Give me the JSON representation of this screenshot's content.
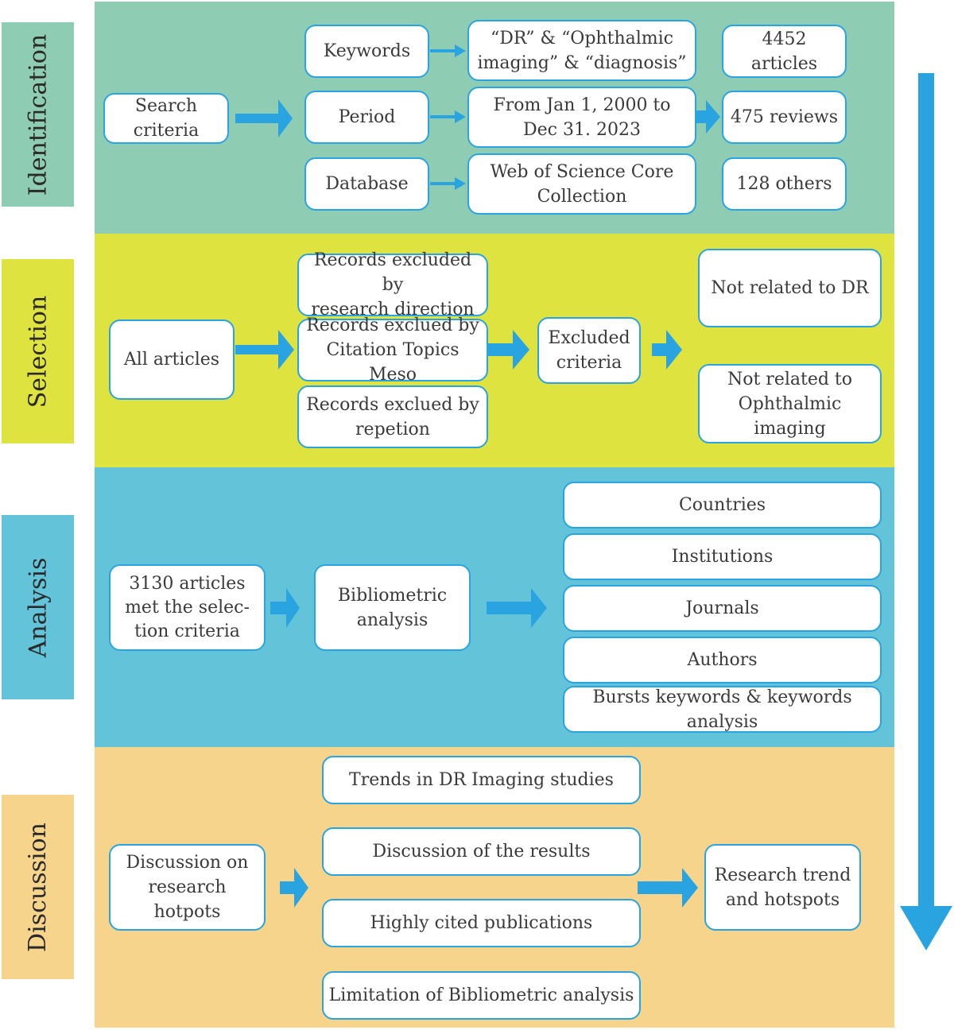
{
  "colors": {
    "identification": "#8ecdb3",
    "selection": "#dfe33f",
    "analysis": "#63c3d8",
    "discussion": "#f6d48c",
    "arrow": "#2aa4e0",
    "box_border": "#2aa4e0"
  },
  "stages": {
    "identification": "Identification",
    "selection": "Selection",
    "analysis": "Analysis",
    "discussion": "Discussion"
  },
  "identification": {
    "search_criteria": "Search criteria",
    "keywords": "Keywords",
    "period": "Period",
    "database": "Database",
    "keywords_value_line1": "“DR” & “Ophthalmic",
    "keywords_value_line2": "imaging” & “diagnosis”",
    "period_value_line1": "From Jan 1, 2000 to",
    "period_value_line2": "Dec 31. 2023",
    "database_value_line1": "Web of Science Core",
    "database_value_line2": "Collection",
    "result_articles": "4452 articles",
    "result_reviews": "475 reviews",
    "result_others": "128 others"
  },
  "selection": {
    "all_articles": "All articles",
    "excluded_direction_line1": "Records excluded by",
    "excluded_direction_line2": "research direction",
    "excluded_topics_line1": "Records exclued by",
    "excluded_topics_line2": "Citation Topics Meso",
    "excluded_repetition_line1": "Records exclued by",
    "excluded_repetition_line2": "repetion",
    "excluded_criteria_line1": "Excluded",
    "excluded_criteria_line2": "criteria",
    "not_related_dr": "Not related to DR",
    "not_related_imaging_line1": "Not related to",
    "not_related_imaging_line2": "Ophthalmic imaging"
  },
  "analysis": {
    "met_criteria_line1": "3130 articles",
    "met_criteria_line2": "met the selec-",
    "met_criteria_line3": "tion criteria",
    "bibliometric_line1": "Bibliometric",
    "bibliometric_line2": "analysis",
    "countries": "Countries",
    "institutions": "Institutions",
    "journals": "Journals",
    "authors": "Authors",
    "bursts": "Bursts keywords & keywords analysis"
  },
  "discussion": {
    "hotspots_line1": "Discussion on",
    "hotspots_line2": "research hotpots",
    "trends": "Trends in DR Imaging studies",
    "results": "Discussion of the results",
    "highly_cited": "Highly cited publications",
    "limitation": "Limitation of Bibliometric analysis",
    "research_trend_line1": "Research trend",
    "research_trend_line2": "and hotspots"
  }
}
